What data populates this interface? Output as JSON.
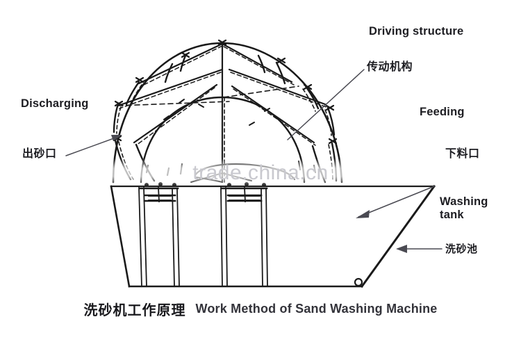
{
  "diagram": {
    "title_cn": "洗砂机工作原理",
    "title_en": "Work Method of Sand Washing Machine",
    "watermark": "trade.china.cn",
    "labels": {
      "discharging_en": "Discharging",
      "discharging_cn": "出砂口",
      "driving_en": "Driving structure",
      "driving_cn": "传动机构",
      "feeding_en": "Feeding",
      "feeding_cn": "下料口",
      "washing_tank_en": "Washing\ntank",
      "washing_tank_en_line1": "Washing",
      "washing_tank_en_line2": "tank",
      "washing_tank_cn": "洗砂池"
    },
    "colors": {
      "line": "#1a1a1a",
      "text": "#1d1d22",
      "background": "#ffffff",
      "watermark": "#c9c9cf"
    }
  }
}
